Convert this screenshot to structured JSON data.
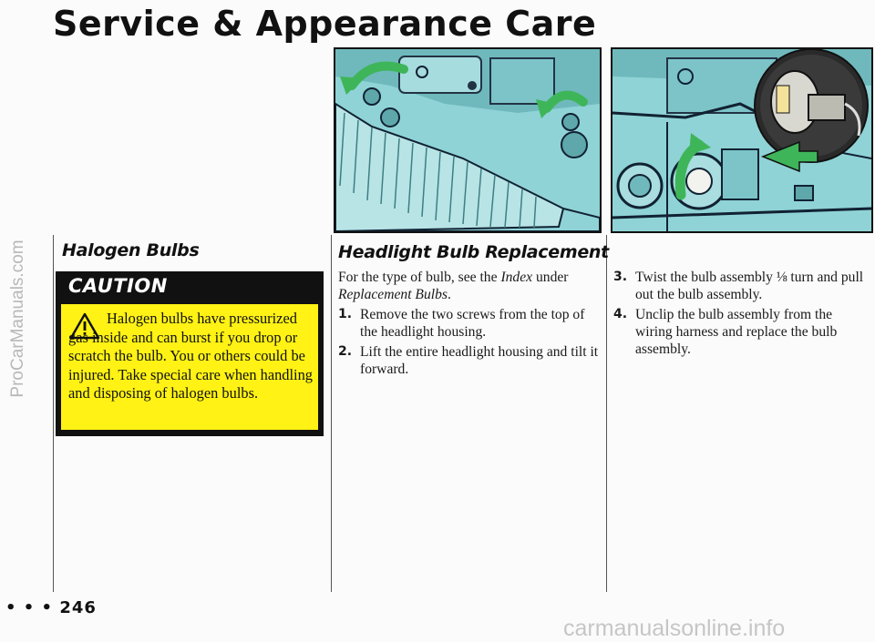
{
  "page": {
    "title": "Service & Appearance Care",
    "page_number": "246",
    "page_number_prefix": "• • •"
  },
  "watermarks": {
    "side": "ProCarManuals.com",
    "footer": "carmanualsonline.info"
  },
  "halogen": {
    "heading": "Halogen Bulbs",
    "caution_label": "CAUTION",
    "caution_text": "Halogen bulbs have pressurized gas inside and can burst if you drop or scratch the bulb. You or others could be injured. Take special care when handling and disposing of halogen bulbs."
  },
  "replacement": {
    "heading": "Headlight Bulb Replacement",
    "intro_prefix": "For the type of bulb, see the ",
    "intro_index": "Index",
    "intro_mid": " under ",
    "intro_ref": "Replacement Bulbs",
    "intro_suffix": ".",
    "steps": [
      {
        "num": "1.",
        "text": "Remove the two screws from the top of the headlight housing."
      },
      {
        "num": "2.",
        "text": "Lift the entire headlight housing and tilt it forward."
      },
      {
        "num": "3.",
        "text": "Twist the bulb assembly ⅛ turn and pull out the bulb assembly."
      },
      {
        "num": "4.",
        "text": "Unclip the bulb assembly from the wiring harness and replace the bulb assembly."
      }
    ]
  },
  "colors": {
    "photo_tint": "#8fd3d6",
    "arrow_green": "#3fb55a",
    "caution_yellow": "#fff214",
    "caution_black": "#111111"
  },
  "figures": [
    {
      "name": "headlight-housing-photo",
      "icon": "photo"
    },
    {
      "name": "bulb-assembly-photo",
      "icon": "photo"
    }
  ]
}
